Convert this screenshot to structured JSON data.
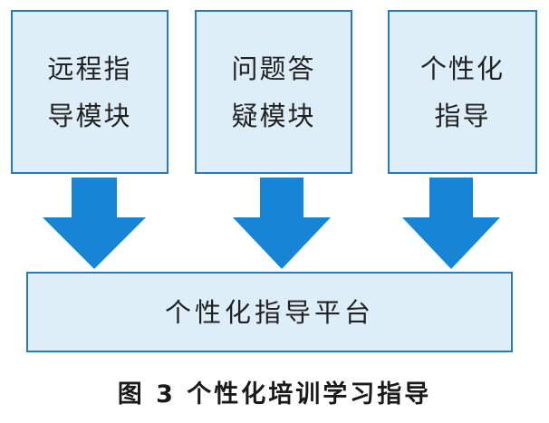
{
  "modules": [
    {
      "label": "远程指\n导模块"
    },
    {
      "label": "问题答\n疑模块"
    },
    {
      "label": "个性化\n指导"
    }
  ],
  "platform": {
    "label": "个性化指导平台"
  },
  "caption": "图 3  个性化培训学习指导",
  "colors": {
    "box_fill": "#ddeef8",
    "box_border": "#2a7ab8",
    "arrow": "#1685d6"
  }
}
